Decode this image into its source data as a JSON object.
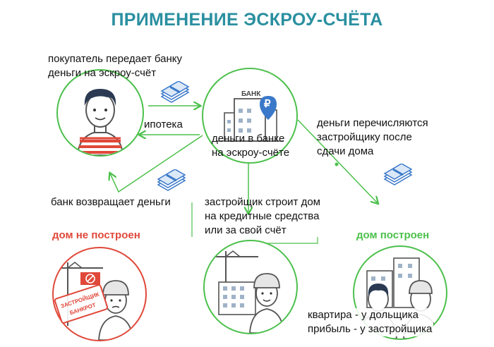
{
  "title": "ПРИМЕНЕНИЕ ЭСКРОУ-СЧЁТА",
  "buyer": {
    "line1": "покупатель передает банку",
    "line2": "деньги на эскроу-счёт"
  },
  "mortgage": "ипотека",
  "bank": {
    "sign": "БАНК",
    "currency": "₽",
    "line1": "деньги в банке",
    "line2": "на эскроу-счёте"
  },
  "transfer": {
    "line1": "деньги перечисляются",
    "line2": "застройщику после",
    "line3": "сдачи дома"
  },
  "refund": "банк возвращает деньги",
  "builder": {
    "line1": "застройщик строит дом",
    "line2": "на кредитные средства",
    "line3": "или за свой счёт"
  },
  "not_built": {
    "status": "дом не построен",
    "stamp_line1": "ЗАСТРОЙЩИК",
    "stamp_line2": "БАНКРОТ"
  },
  "built": {
    "status": "дом построен",
    "line1": "квартира - у дольщика",
    "line2": "прибыль - у застройщика"
  },
  "colors": {
    "title": "#2a8fa0",
    "green": "#4cc04c",
    "red": "#e0483a",
    "money": "#3a78c9"
  }
}
